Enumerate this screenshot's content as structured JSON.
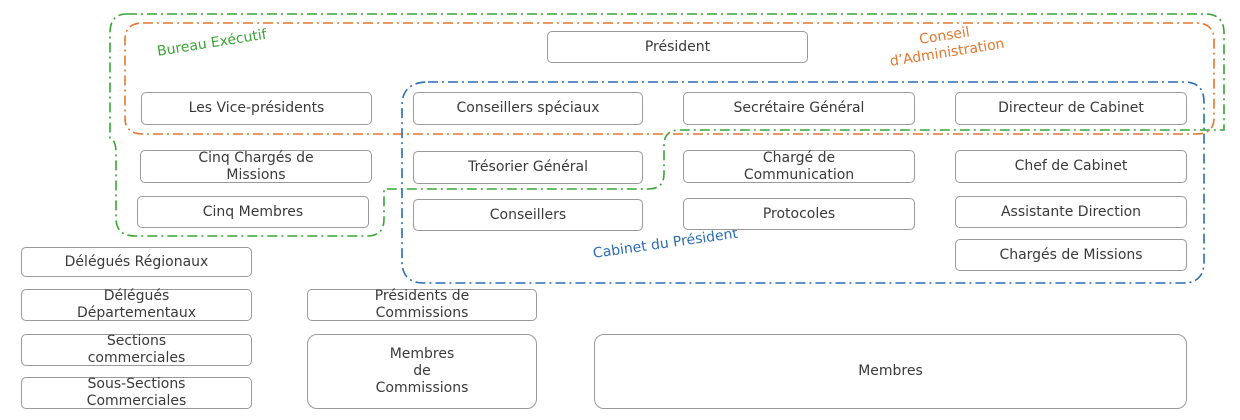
{
  "colors": {
    "bureau": "#3aa535",
    "conseil": "#e2772e",
    "cabinet": "#2a6db5",
    "box_border": "#9a9a9a",
    "text": "#3a3a3a"
  },
  "groups": {
    "bureau_label": "Bureau Exécutif",
    "conseil_label": "Conseil\nd’Administration",
    "cabinet_label": "Cabinet du Président"
  },
  "boxes": {
    "president": "Président",
    "vice_presidents": "Les Vice-présidents",
    "conseillers_speciaux": "Conseillers spéciaux",
    "secretaire_general": "Secrétaire Général",
    "directeur_cabinet": "Directeur de Cabinet",
    "cinq_charges_missions": "Cinq Chargés de\nMissions",
    "cinq_membres": "Cinq Membres",
    "tresorier_general": "Trésorier Général",
    "charge_communication": "Chargé de\nCommunication",
    "chef_cabinet": "Chef de Cabinet",
    "conseillers": "Conseillers",
    "protocoles": "Protocoles",
    "assistante_direction": "Assistante Direction",
    "charges_missions": "Chargés de Missions",
    "delegues_regionaux": "Délégués Régionaux",
    "delegues_departementaux": "Délégués\nDépartementaux",
    "sections_commerciales": "Sections\ncommerciales",
    "sous_sections_commerciales": "Sous-Sections\nCommerciales",
    "presidents_commissions": "Présidents de\nCommissions",
    "membres_commissions": "Membres\nde\nCommissions",
    "membres": "Membres"
  }
}
